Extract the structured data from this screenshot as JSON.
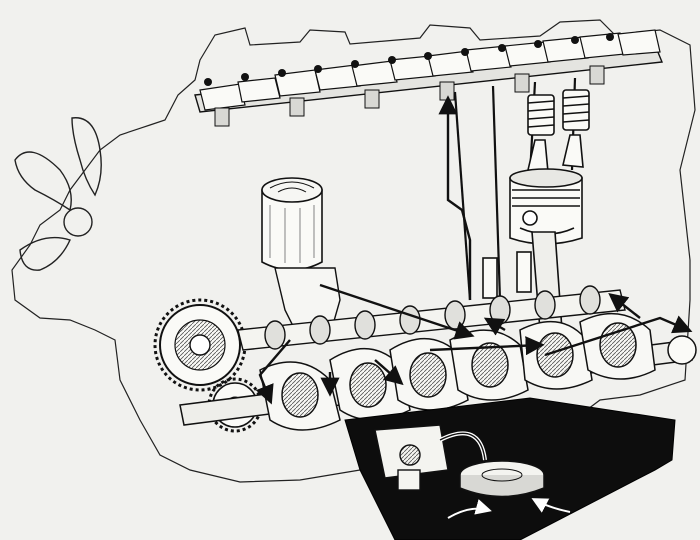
{
  "figure": {
    "subject": "engine-lubrication-cutaway",
    "style": "black-and-white technical line illustration",
    "components": [
      "engine-block-outline",
      "fan-blades",
      "rocker-arm-shaft",
      "pushrods",
      "valve-springs",
      "piston",
      "connecting-rod",
      "oil-filter",
      "filter-bracket",
      "camshaft",
      "timing-gear",
      "crankshaft",
      "oil-pump",
      "oil-pickup-screen",
      "oil-pan",
      "oil-flow-arrows"
    ],
    "colors": {
      "paper": "#f1f1ee",
      "ink": "#111111",
      "shade": "#8a8a86",
      "oil_pan": "#0d0d0d"
    }
  }
}
